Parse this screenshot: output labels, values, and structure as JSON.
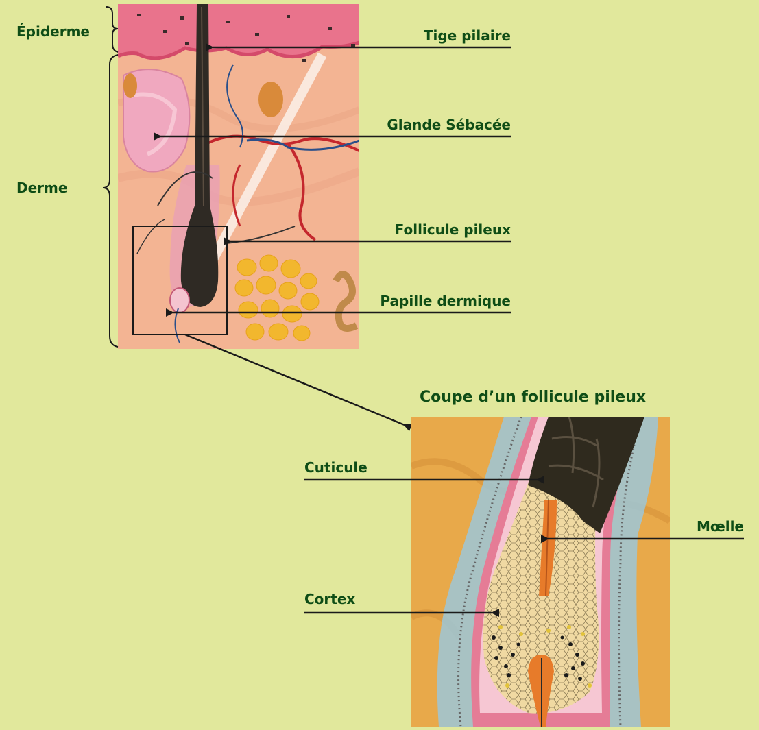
{
  "labels": {
    "epiderme": "Épiderme",
    "derme": "Derme",
    "tige_pilaire": "Tige pilaire",
    "glande_sebacee": "Glande Sébacée",
    "follicule_pileux": "Follicule pileux",
    "papille_dermique": "Papille dermique",
    "coupe_title": "Coupe d’un follicule pileux",
    "cuticule": "Cuticule",
    "moelle": "Mœlle",
    "cortex": "Cortex"
  },
  "colors": {
    "background": "#e1e89c",
    "label_text": "#0f4d16",
    "arrow": "#1a1a1a",
    "skin": "#f3b493",
    "epidermis": "#e9738c",
    "hair_shaft": "#2f2a24",
    "fat": "#f2b72e",
    "vessel_red": "#c4272d",
    "vessel_blue": "#2a4f8a",
    "section_bg": "#e8a94a",
    "sheath_pink": "#e57c96",
    "cells_blue": "#9cc7d8"
  }
}
